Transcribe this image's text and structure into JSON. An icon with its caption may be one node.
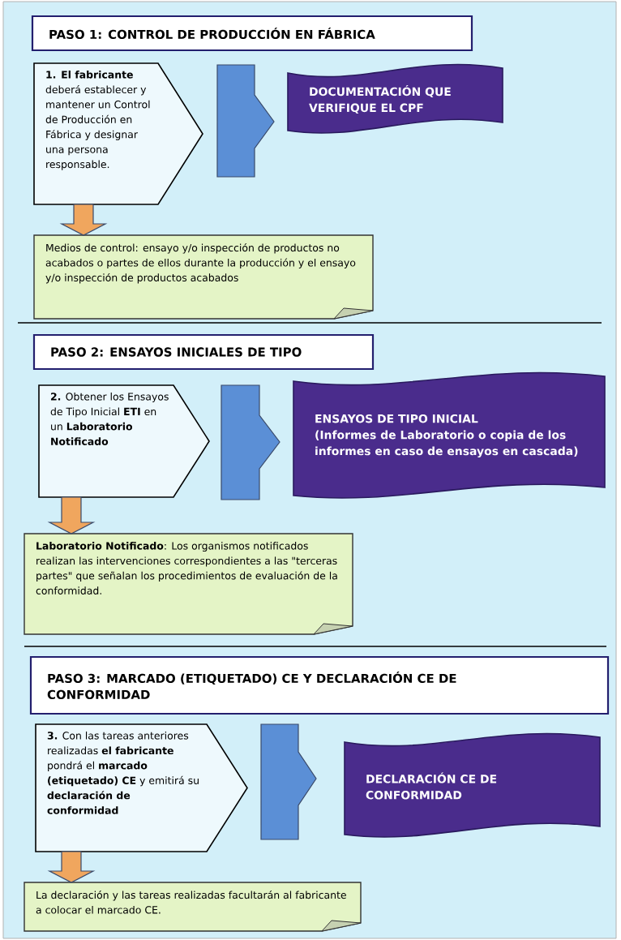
{
  "diagram": {
    "nodes": [
      {
        "text": [
          "PASO 1: CONTROL DE PRODUCCIÓN EN FÁBRICA"
        ]
      },
      {
        "text": [
          "**1. El fabricante** deberá establecer y mantener un Control de Producción en Fábrica y designar una persona responsable."
        ]
      },
      {
        "text": [
          "DOCUMENTACIÓN QUE VERIFIQUE EL CPF"
        ]
      },
      {
        "text": [
          "Medios de control: ensayo y/o inspección de productos no acabados o partes de ellos durante la producción y el ensayo y/o inspección de productos acabados"
        ]
      },
      {
        "text": [
          "PASO 2: ENSAYOS INICIALES DE TIPO"
        ]
      },
      {
        "text": [
          "**2.** Obtener los Ensayos de Tipo Inicial **ETI** en un **Laboratorio Notificado**"
        ]
      },
      {
        "text": [
          "ENSAYOS DE TIPO INICIAL",
          "(Informes de Laboratorio o copia de los informes en caso de ensayos en cascada)"
        ]
      },
      {
        "text": [
          "**Laboratorio Notificado**: Los organismos notificados realizan las intervenciones correspondientes a las \"terceras partes\" que señalan los procedimientos de evaluación de la conformidad."
        ]
      },
      {
        "text": [
          "PASO 3: MARCADO (ETIQUETADO) CE Y DECLARACIÓN CE DE CONFORMIDAD"
        ]
      },
      {
        "text": [
          "**3.** Con las tareas anteriores realizadas **el fabricante** pondrá el **marcado (etiquetado) CE** y emitirá su **declaración de conformidad**"
        ]
      },
      {
        "text": [
          "DECLARACIÓN CE DE CONFORMIDAD"
        ]
      },
      {
        "text": [
          "La declaración y las tareas realizadas facultarán al fabricante a colocar el marcado CE."
        ]
      }
    ],
    "edges": [
      {
        "from": 1,
        "to": 2,
        "arrow": "to",
        "color": "#5b8fd6"
      },
      {
        "from": 1,
        "to": 3,
        "arrow": "to",
        "color": "#f0a65e"
      },
      {
        "from": 5,
        "to": 6,
        "arrow": "to",
        "color": "#5b8fd6"
      },
      {
        "from": 5,
        "to": 7,
        "arrow": "to",
        "color": "#f0a65e"
      },
      {
        "from": 9,
        "to": 10,
        "arrow": "to",
        "color": "#5b8fd6"
      },
      {
        "from": 9,
        "to": 11,
        "arrow": "to",
        "color": "#f0a65e"
      }
    ]
  }
}
